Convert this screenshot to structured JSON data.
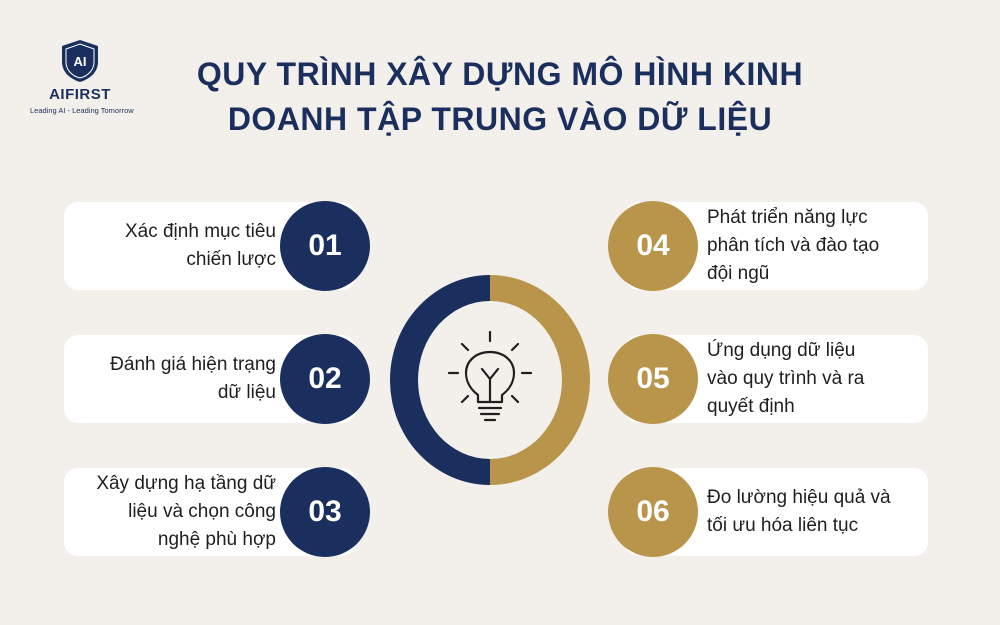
{
  "logo": {
    "mark": "AI",
    "name": "AIFIRST",
    "tagline": "Leading AI - Leading Tomorrow"
  },
  "title": {
    "line1": "QUY TRÌNH XÂY DỰNG MÔ HÌNH KINH",
    "line2": "DOANH TẬP TRUNG VÀO DỮ LIỆU"
  },
  "colors": {
    "navy": "#1b2f5e",
    "gold": "#b8954a",
    "background": "#f3f0eb",
    "card": "#ffffff"
  },
  "center_icon": "lightbulb-icon",
  "steps": [
    {
      "number": "01",
      "lines": [
        "Xác định mục tiêu",
        "chiến lược"
      ]
    },
    {
      "number": "02",
      "lines": [
        "Đánh giá hiện trạng",
        "dữ liệu"
      ]
    },
    {
      "number": "03",
      "lines": [
        "Xây dựng hạ tầng dữ",
        "liệu và chọn công",
        "nghệ phù hợp"
      ]
    },
    {
      "number": "04",
      "lines": [
        "Phát triển năng lực",
        "phân tích và đào tạo",
        "đội ngũ"
      ]
    },
    {
      "number": "05",
      "lines": [
        "Ứng dụng dữ liệu",
        "vào quy trình và ra",
        "quyết định"
      ]
    },
    {
      "number": "06",
      "lines": [
        "Đo lường hiệu quả và",
        "tối ưu hóa liên tục"
      ]
    }
  ]
}
